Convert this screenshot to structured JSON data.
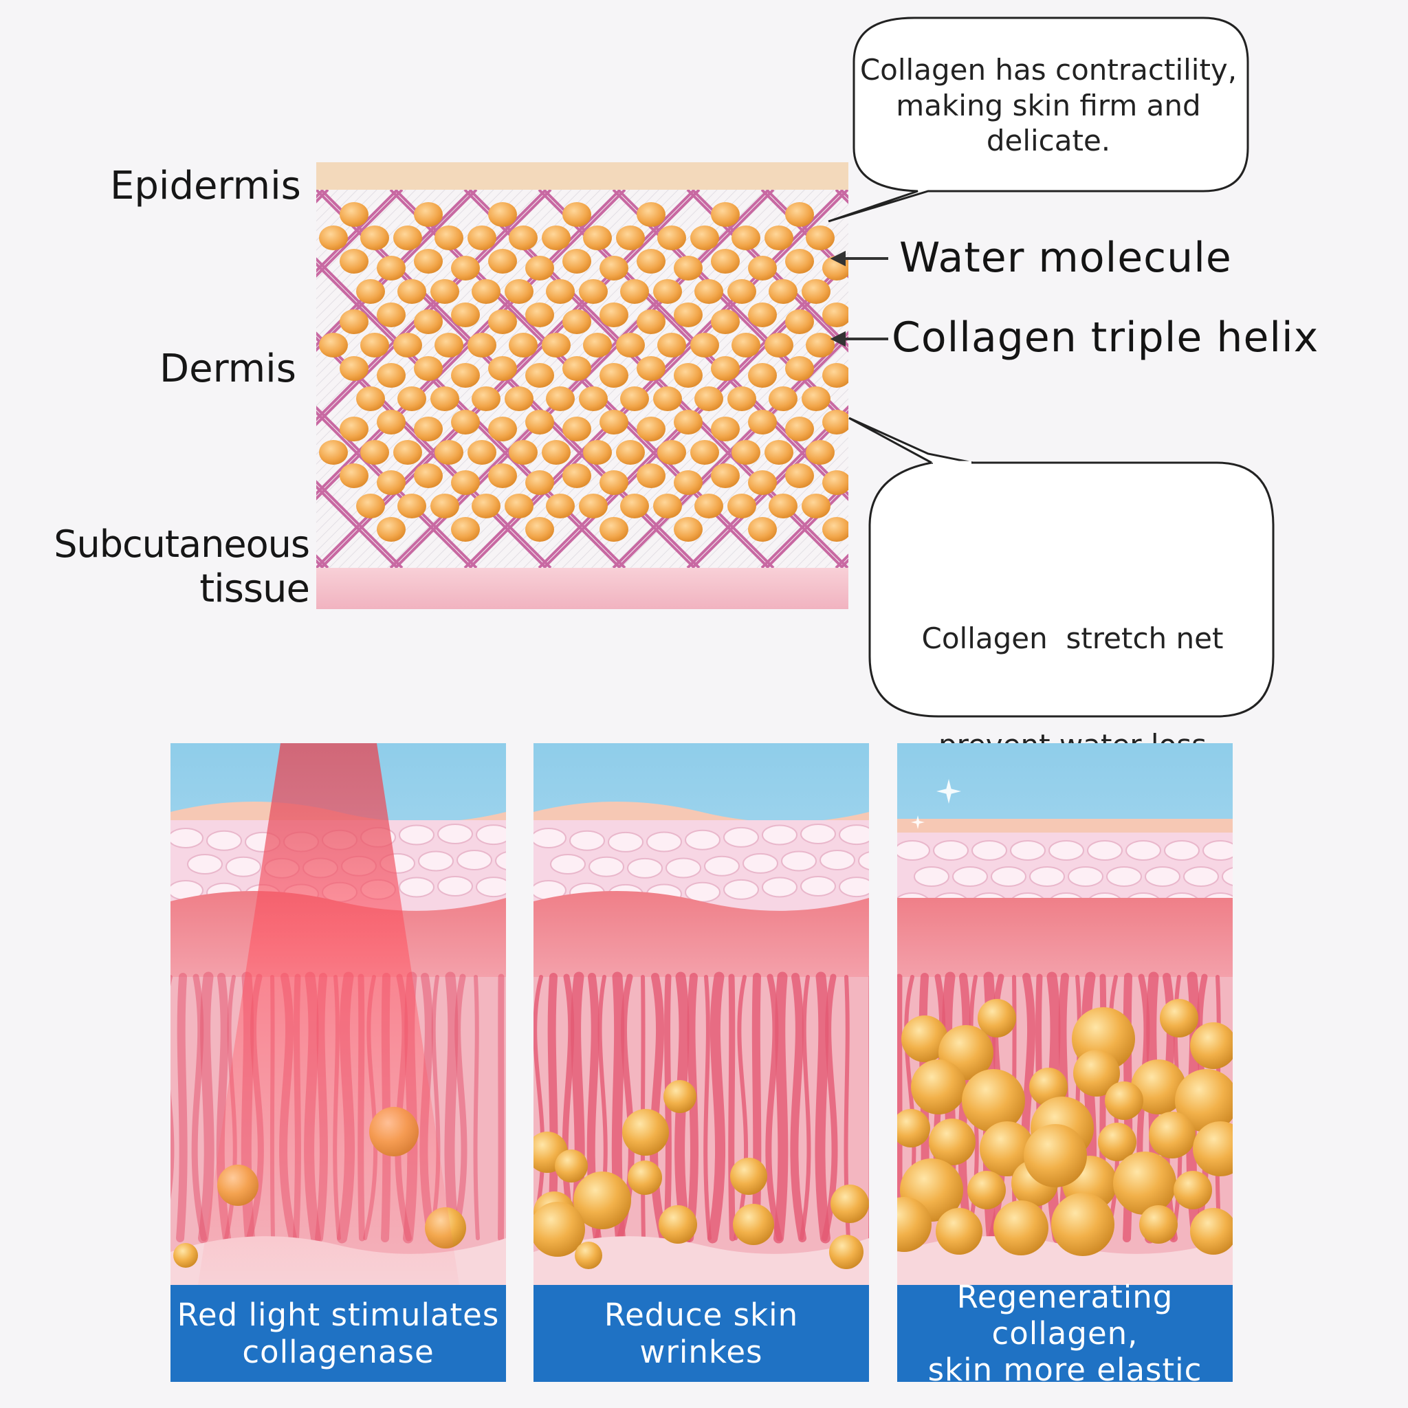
{
  "layers": {
    "epidermis": "Epidermis",
    "dermis": "Dermis",
    "subcutaneous_line1": "Subcutaneous",
    "subcutaneous_line2": "tissue"
  },
  "pointers": {
    "water": "Water molecule",
    "helix": "Collagen triple helix"
  },
  "bubbles": {
    "top_line1": "Collagen has contractility,",
    "top_line2": "making skin firm and",
    "top_line3": "delicate.",
    "bottom_line1": "Collagen  stretch net",
    "bottom_line2": "prevent water loss"
  },
  "panels": [
    {
      "line1": "Red light stimulates",
      "line2": "collagenase"
    },
    {
      "line1": "Reduce skin",
      "line2": "wrinkes"
    },
    {
      "line1": "Regenerating collagen,",
      "line2": "skin more elastic"
    }
  ],
  "colors": {
    "caption_bg": "#1f72c4",
    "net": "#c45a9a",
    "water": "#f2a64a",
    "epidermis": "#f3d9bb",
    "subcutaneous": "#f4c3cc"
  }
}
